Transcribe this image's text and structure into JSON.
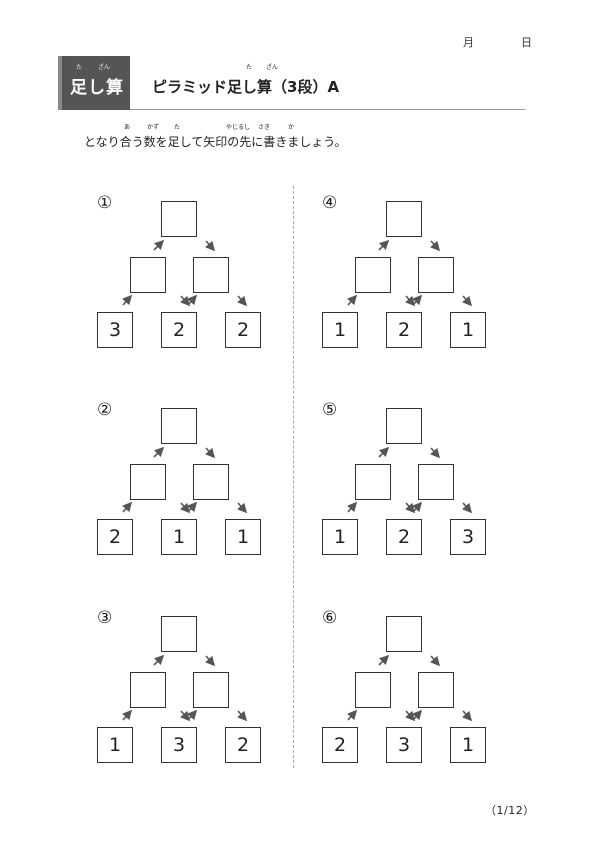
{
  "header": {
    "month_label": "月",
    "day_label": "日",
    "badge": {
      "text": "足し算",
      "ruby_ta": "た",
      "ruby_zan": "ざん"
    },
    "title": {
      "text": "ピラミッド足し算（3段）A",
      "ruby_ta": "た",
      "ruby_zan": "ざん"
    }
  },
  "instruction": {
    "text": "となり合う数を足して矢印の先に書きましょう。",
    "ruby": [
      "あ",
      "かず",
      "た",
      "やじるし",
      "さき",
      "か"
    ]
  },
  "problems": [
    {
      "label": "①",
      "numbers": [
        "3",
        "2",
        "2"
      ]
    },
    {
      "label": "②",
      "numbers": [
        "2",
        "1",
        "1"
      ]
    },
    {
      "label": "③",
      "numbers": [
        "1",
        "3",
        "2"
      ]
    },
    {
      "label": "④",
      "numbers": [
        "1",
        "2",
        "1"
      ]
    },
    {
      "label": "⑤",
      "numbers": [
        "1",
        "2",
        "3"
      ]
    },
    {
      "label": "⑥",
      "numbers": [
        "2",
        "3",
        "1"
      ]
    }
  ],
  "footer": {
    "page": "（1/12）"
  }
}
